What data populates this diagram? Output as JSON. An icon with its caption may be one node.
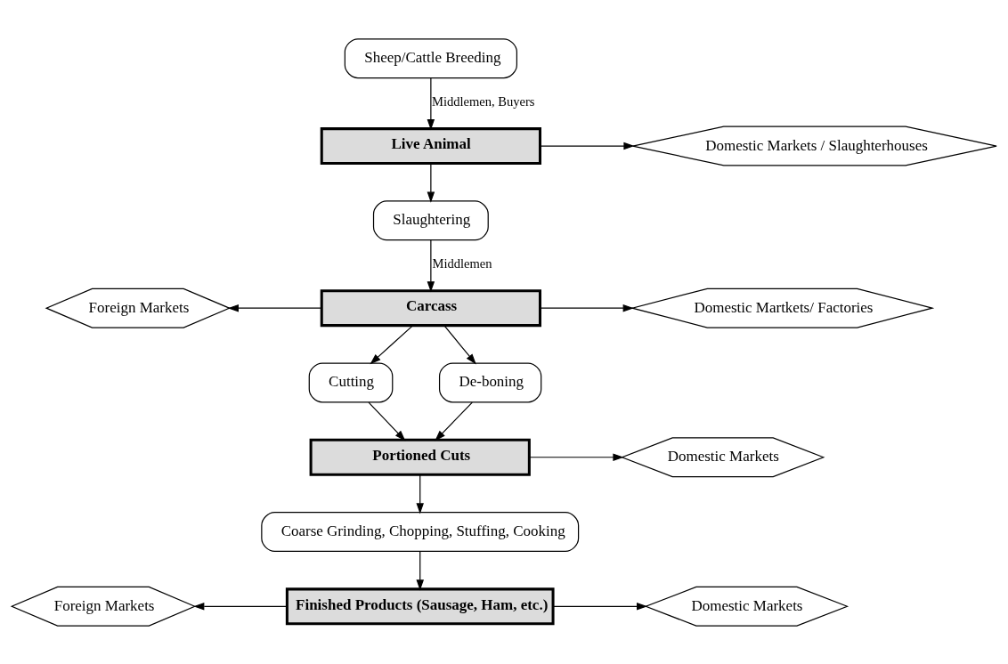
{
  "diagram": {
    "nodes": [
      {
        "text": [
          "Sheep/Cattle Breeding"
        ]
      },
      {
        "text": [
          "Live Animal"
        ]
      },
      {
        "text": [
          "Domestic Markets / Slaughterhouses"
        ]
      },
      {
        "text": [
          "Slaughtering"
        ]
      },
      {
        "text": [
          "Carcass"
        ]
      },
      {
        "text": [
          "Foreign Markets"
        ]
      },
      {
        "text": [
          "Domestic Martkets/ Factories"
        ]
      },
      {
        "text": [
          "Cutting"
        ]
      },
      {
        "text": [
          "De-boning"
        ]
      },
      {
        "text": [
          "Portioned Cuts"
        ]
      },
      {
        "text": [
          "Domestic Markets"
        ]
      },
      {
        "text": [
          "Coarse Grinding, Chopping, Stuffing, Cooking"
        ]
      },
      {
        "text": [
          "Finished Products (Sausage, Ham, etc.)"
        ]
      },
      {
        "text": [
          "Foreign Markets"
        ]
      },
      {
        "text": [
          "Domestic Markets"
        ]
      }
    ],
    "edges": [
      {
        "from": 0,
        "to": 1,
        "arrow": "to",
        "label": "Middlemen, Buyers"
      },
      {
        "from": 1,
        "to": 2,
        "arrow": "to"
      },
      {
        "from": 1,
        "to": 3,
        "arrow": "to"
      },
      {
        "from": 3,
        "to": 4,
        "arrow": "to",
        "label": "Middlemen"
      },
      {
        "from": 4,
        "to": 5,
        "arrow": "to"
      },
      {
        "from": 4,
        "to": 6,
        "arrow": "to"
      },
      {
        "from": 4,
        "to": 7,
        "arrow": "to"
      },
      {
        "from": 4,
        "to": 8,
        "arrow": "to"
      },
      {
        "from": 7,
        "to": 9,
        "arrow": "to"
      },
      {
        "from": 8,
        "to": 9,
        "arrow": "to"
      },
      {
        "from": 9,
        "to": 10,
        "arrow": "to"
      },
      {
        "from": 9,
        "to": 11,
        "arrow": "to"
      },
      {
        "from": 11,
        "to": 12,
        "arrow": "to"
      },
      {
        "from": 12,
        "to": 13,
        "arrow": "to"
      },
      {
        "from": 12,
        "to": 14,
        "arrow": "to"
      }
    ]
  }
}
